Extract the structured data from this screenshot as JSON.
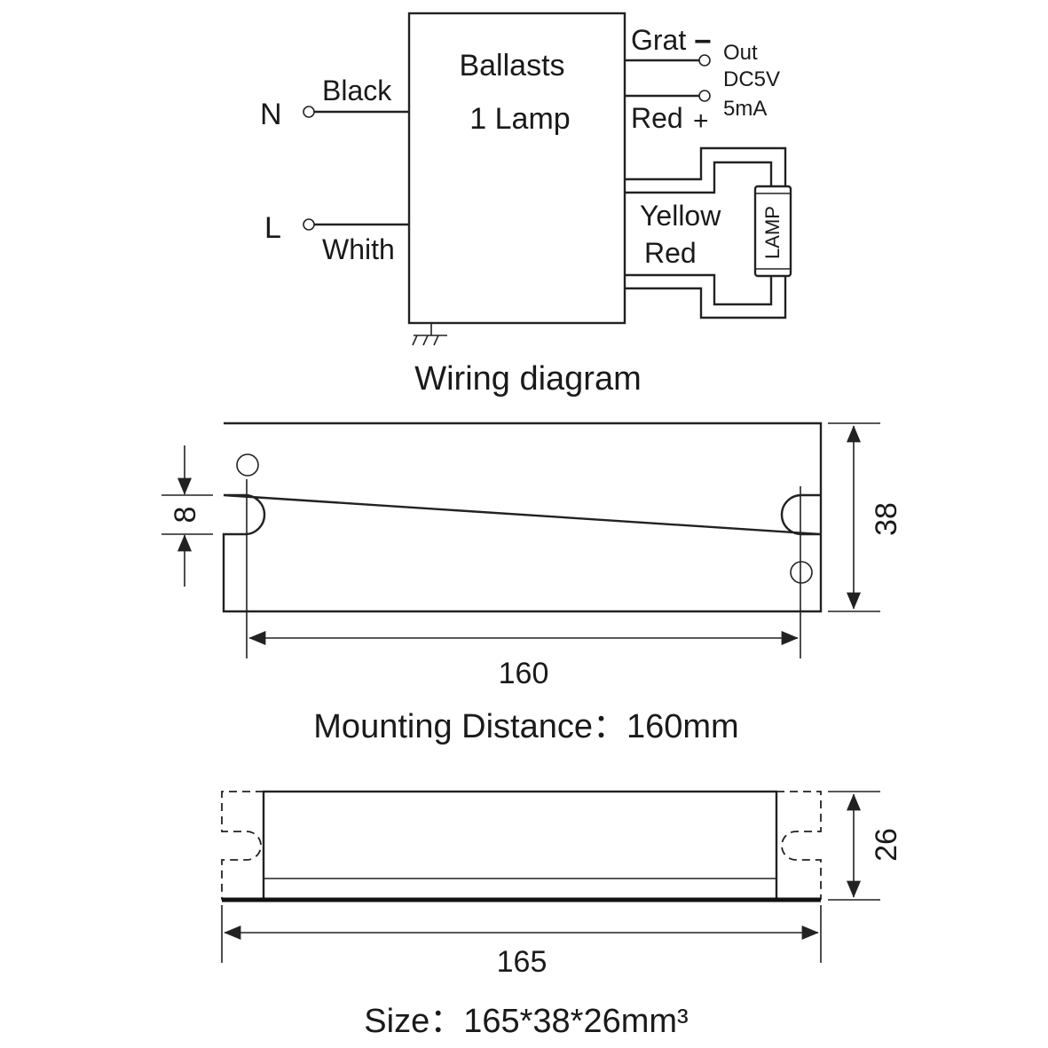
{
  "wiring": {
    "box_title": "Ballasts",
    "box_subtitle": "1 Lamp",
    "n_label": "N",
    "l_label": "L",
    "black_label": "Black",
    "white_label": "Whith",
    "grat_label": "Grat",
    "red_out_label": "Red",
    "minus_sign": "−",
    "plus_sign": "+",
    "out_label": "Out",
    "dc_label": "DC5V",
    "ma_label": "5mA",
    "yellow_label": "Yellow",
    "red_lamp_label": "Red",
    "lamp_label": "LAMP",
    "caption": "Wiring diagram"
  },
  "mounting": {
    "dim_8": "8",
    "dim_38": "38",
    "dim_160": "160",
    "caption": "Mounting  Distance：160mm"
  },
  "size": {
    "dim_26": "26",
    "dim_165": "165",
    "caption": "Size：165*38*26mm³"
  }
}
